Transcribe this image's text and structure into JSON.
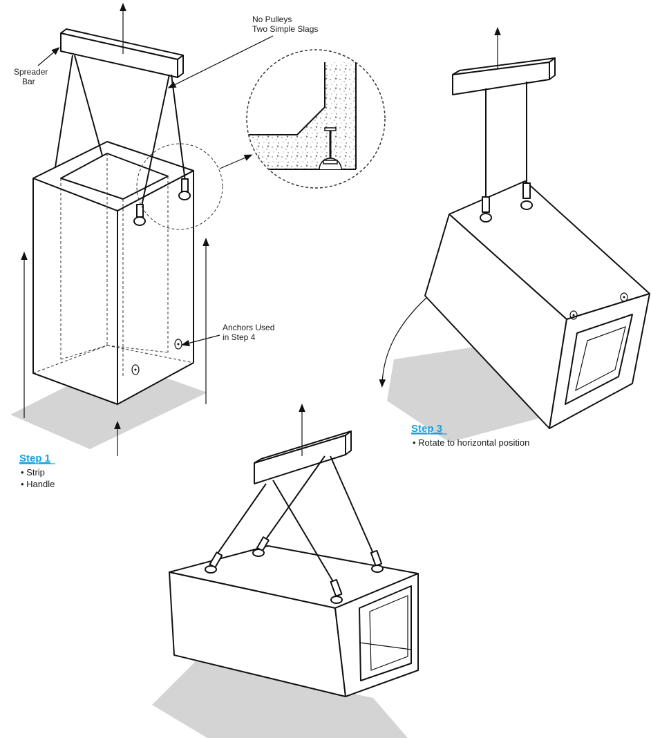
{
  "labels": {
    "no_pulleys_line1": "No Pulleys",
    "no_pulleys_line2": "Two Simple Slags",
    "spreader_line1": "Spreader",
    "spreader_line2": "Bar",
    "anchors_line1": "Anchors Used",
    "anchors_line2": "in Step 4"
  },
  "steps": {
    "step1": {
      "title": "Step 1",
      "bullets": [
        "• Strip",
        "• Handle"
      ]
    },
    "step3": {
      "title": "Step 3",
      "bullets": [
        "• Rotate to horizontal position"
      ]
    }
  },
  "colors": {
    "step_title": "#1aa0d8",
    "line": "#111111",
    "shadow": "#d4d4d4"
  }
}
